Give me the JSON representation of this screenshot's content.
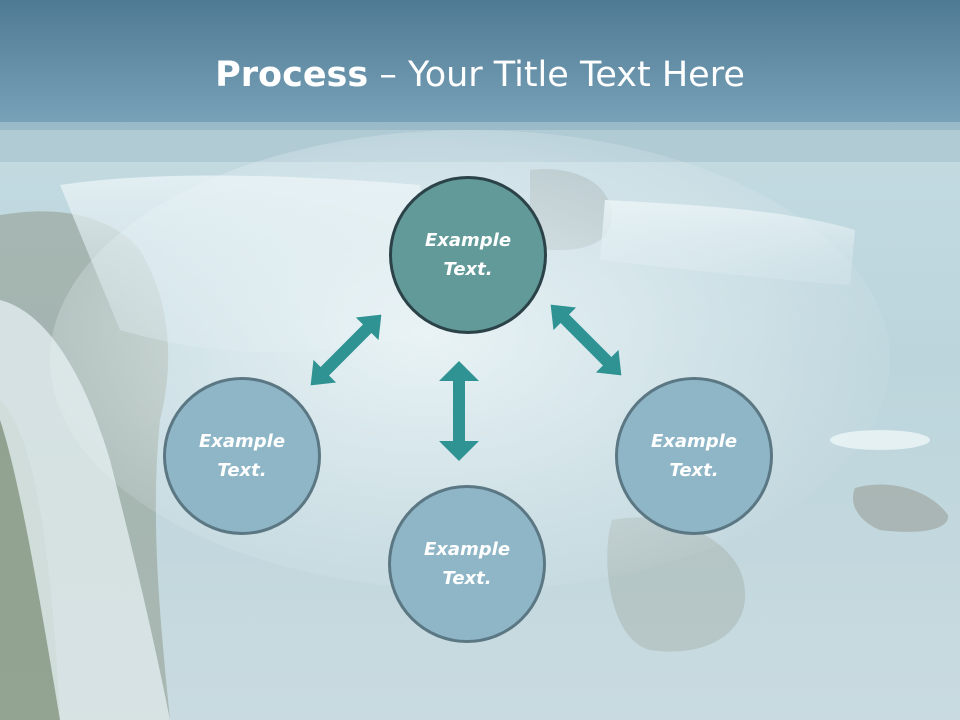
{
  "slide": {
    "title_bold": "Process",
    "title_rest": " – Your Title Text Here"
  },
  "diagram": {
    "nodes": [
      {
        "id": "top",
        "label": "Example\nText."
      },
      {
        "id": "left",
        "label": "Example\nText."
      },
      {
        "id": "bottom",
        "label": "Example\nText."
      },
      {
        "id": "right",
        "label": "Example\nText."
      }
    ]
  },
  "colors": {
    "accent_teal": "#2f9393",
    "node_center": "#619a98",
    "node_outer": "#8fb6c7",
    "title_band": "#5f8ea6"
  }
}
